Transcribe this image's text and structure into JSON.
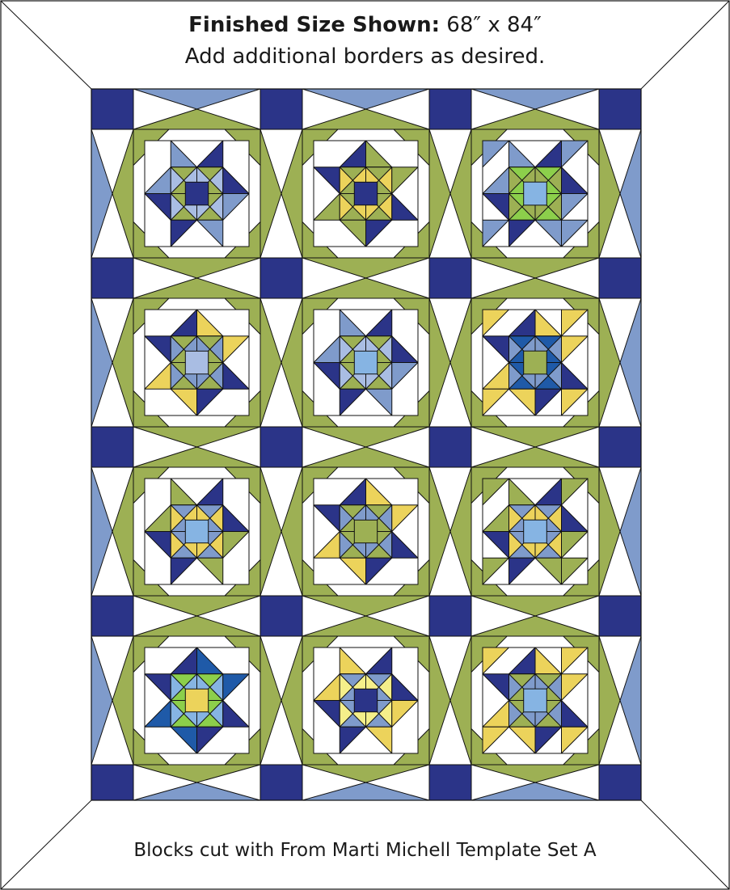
{
  "header": {
    "size_label": "Finished Size Shown:",
    "size_value": "68″ x 84″",
    "subtitle": "Add additional borders as desired."
  },
  "footer": {
    "credit": "Blocks cut with From Marti Michell Template Set A"
  },
  "colors": {
    "navy": "#2b3488",
    "periwinkle": "#7f9bcb",
    "light_blue": "#a9bde3",
    "green": "#9db054",
    "yellow": "#ecd35b",
    "pale_yellow": "#f5ef8a",
    "lime": "#8ccf4b",
    "royal": "#1f5aa8",
    "sky": "#86b4e3",
    "white": "#ffffff",
    "outline": "#111111"
  },
  "quilt": {
    "block_rows": 4,
    "block_columns": 3,
    "block_names": [
      "star-block-1",
      "star-block-2",
      "star-block-3",
      "star-block-4",
      "star-block-5",
      "star-block-6",
      "star-block-7",
      "star-block-8",
      "star-block-9",
      "star-block-10",
      "star-block-11",
      "star-block-12"
    ]
  }
}
